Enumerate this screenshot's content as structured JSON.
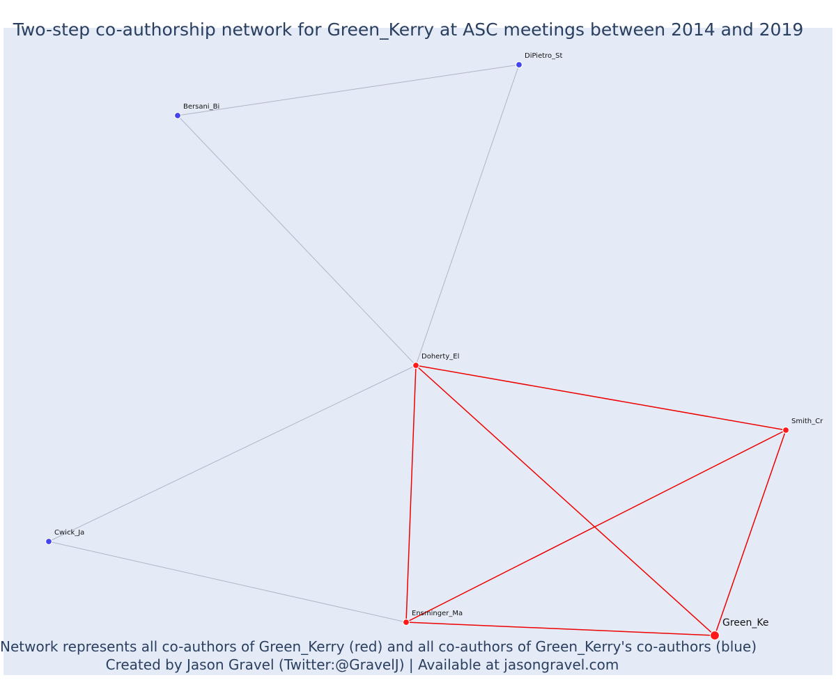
{
  "title": "Two-step co-authorship network for Green_Kerry at ASC meetings between 2014 and 2019",
  "annotations": {
    "line1": "Network represents all co-authors of Green_Kerry (red) and all co-authors of Green_Kerry's co-authors (blue)",
    "line2": "Created by Jason Gravel (Twitter:@GravelJ) | Available at jasongravel.com"
  },
  "colors": {
    "background": "#e5ebf6",
    "direct": "#ff1a1a",
    "indirect": "#4545ee",
    "edge_direct": "#ee0000",
    "edge_indirect": "#b0b4c8",
    "text": "#2a3f5f"
  },
  "network": {
    "nodes": [
      {
        "id": "DiPietro_St",
        "label": "DiPietro_St",
        "group": "co-author of co-author"
      },
      {
        "id": "Bersani_Bi",
        "label": "Bersani_Bi",
        "group": "co-author of co-author"
      },
      {
        "id": "Doherty_El",
        "label": "Doherty_El",
        "group": "co-author"
      },
      {
        "id": "Smith_Cr",
        "label": "Smith_Cr",
        "group": "co-author"
      },
      {
        "id": "Cwick_Ja",
        "label": "Cwick_Ja",
        "group": "co-author of co-author"
      },
      {
        "id": "Ensminger_Ma",
        "label": "Ensminger_Ma",
        "group": "co-author"
      },
      {
        "id": "Green_Ke",
        "label": "Green_Ke",
        "group": "focal"
      }
    ],
    "edges": [
      {
        "source": "Bersani_Bi",
        "target": "DiPietro_St",
        "type": "indirect"
      },
      {
        "source": "Bersani_Bi",
        "target": "Doherty_El",
        "type": "indirect"
      },
      {
        "source": "DiPietro_St",
        "target": "Doherty_El",
        "type": "indirect"
      },
      {
        "source": "Doherty_El",
        "target": "Cwick_Ja",
        "type": "indirect"
      },
      {
        "source": "Cwick_Ja",
        "target": "Ensminger_Ma",
        "type": "indirect"
      },
      {
        "source": "Doherty_El",
        "target": "Smith_Cr",
        "type": "direct"
      },
      {
        "source": "Doherty_El",
        "target": "Ensminger_Ma",
        "type": "direct"
      },
      {
        "source": "Doherty_El",
        "target": "Green_Ke",
        "type": "direct"
      },
      {
        "source": "Smith_Cr",
        "target": "Ensminger_Ma",
        "type": "direct"
      },
      {
        "source": "Smith_Cr",
        "target": "Green_Ke",
        "type": "direct"
      },
      {
        "source": "Ensminger_Ma",
        "target": "Green_Ke",
        "type": "direct"
      }
    ]
  }
}
